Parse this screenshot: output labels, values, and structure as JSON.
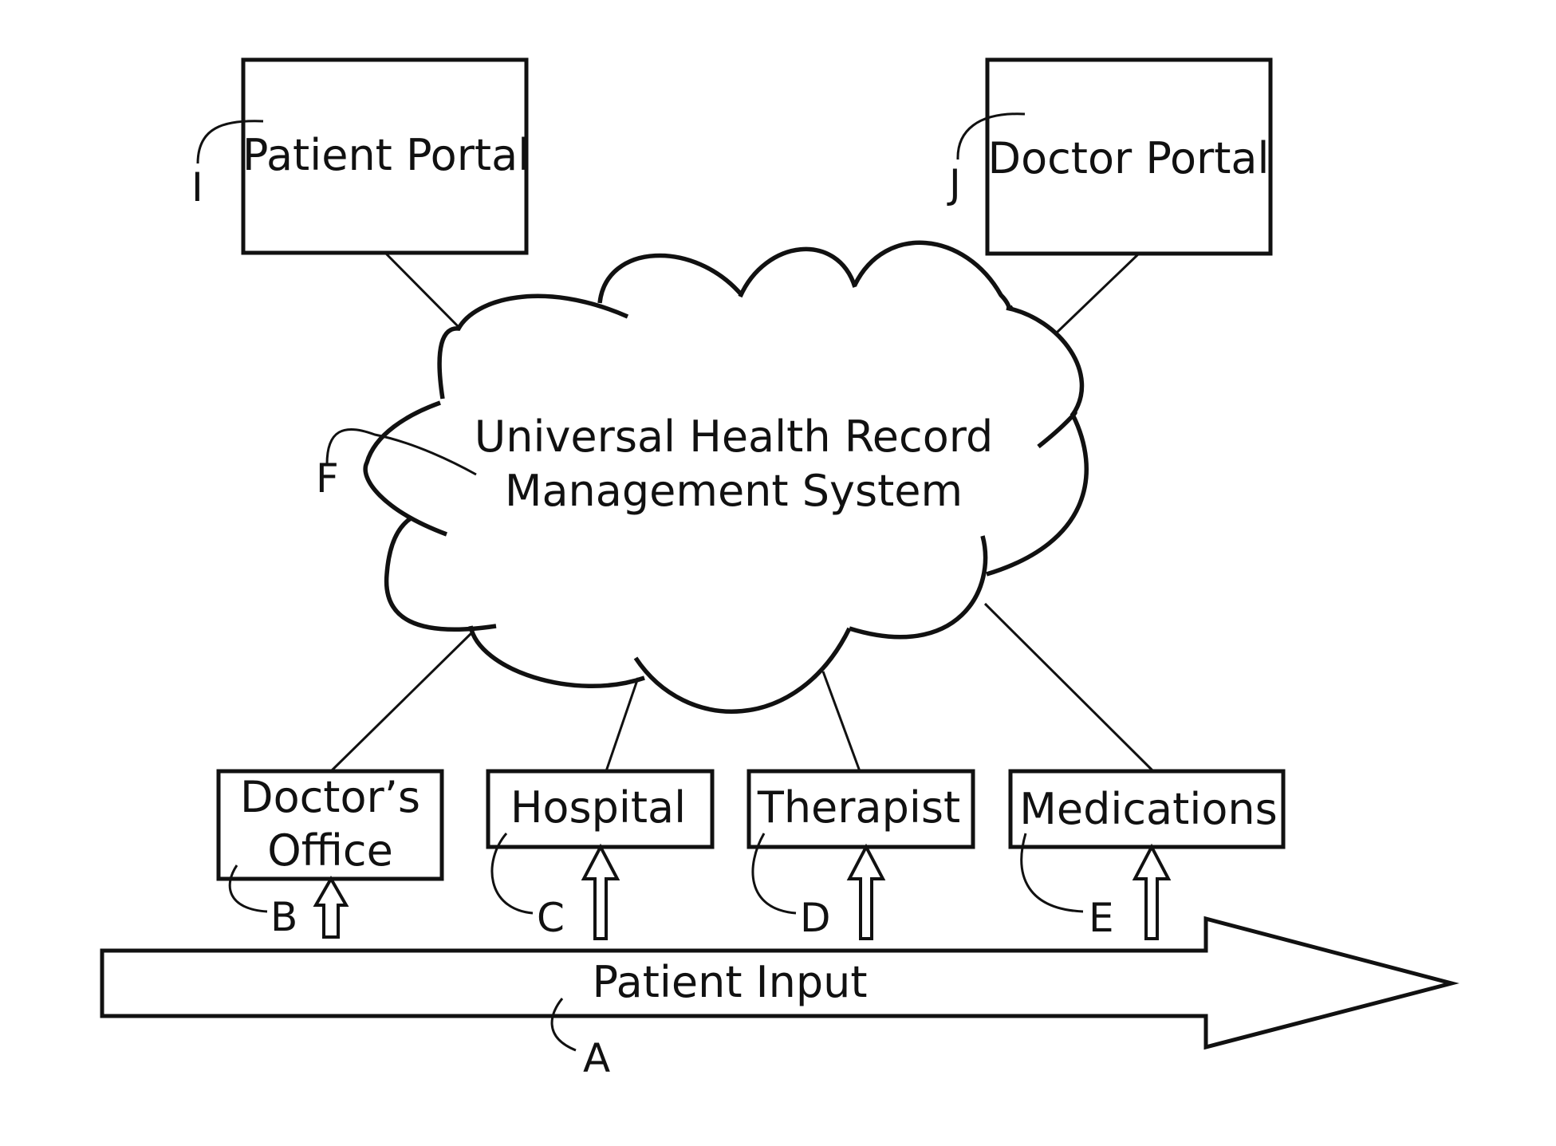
{
  "diagram": {
    "portals": {
      "patient": "Patient Portal",
      "doctor": "Doctor Portal"
    },
    "system": {
      "line1": "Universal Health Record",
      "line2": "Management System"
    },
    "sources": {
      "doctors_office_line1": "Doctor’s",
      "doctors_office_line2": "Office",
      "hospital": "Hospital",
      "therapist": "Therapist",
      "medications": "Medications"
    },
    "input": "Patient Input",
    "refs": {
      "A": "A",
      "B": "B",
      "C": "C",
      "D": "D",
      "E": "E",
      "F": "F",
      "I": "I",
      "J": "J"
    }
  }
}
